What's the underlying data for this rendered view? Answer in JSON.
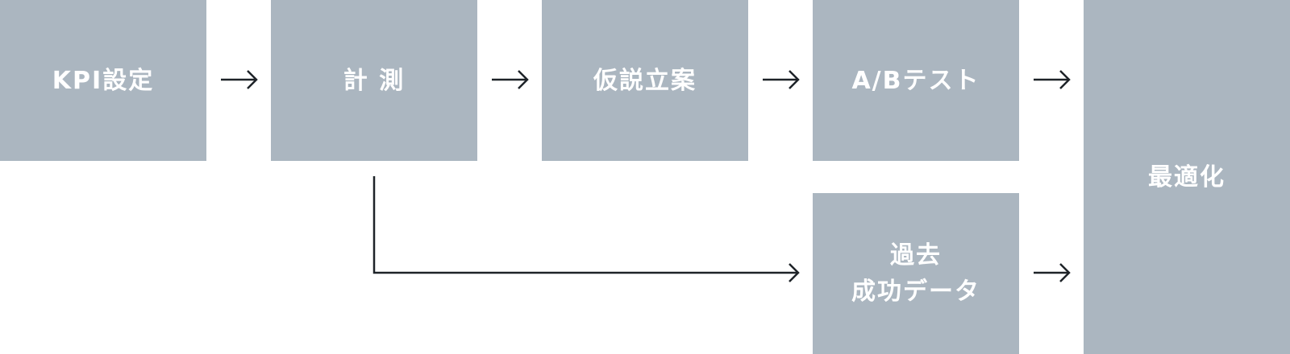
{
  "diagram": {
    "boxes": {
      "kpi": "KPI設定",
      "measure": "計 測",
      "hypothesis": "仮説立案",
      "ab_test": "A/Bテスト",
      "past_success_line1": "過去",
      "past_success_line2": "成功データ",
      "optimize": "最適化"
    },
    "colors": {
      "box_fill": "#abb6c0",
      "box_text": "#ffffff",
      "connector": "#1e2328"
    },
    "arrow_icon": "right-arrow-icon"
  }
}
